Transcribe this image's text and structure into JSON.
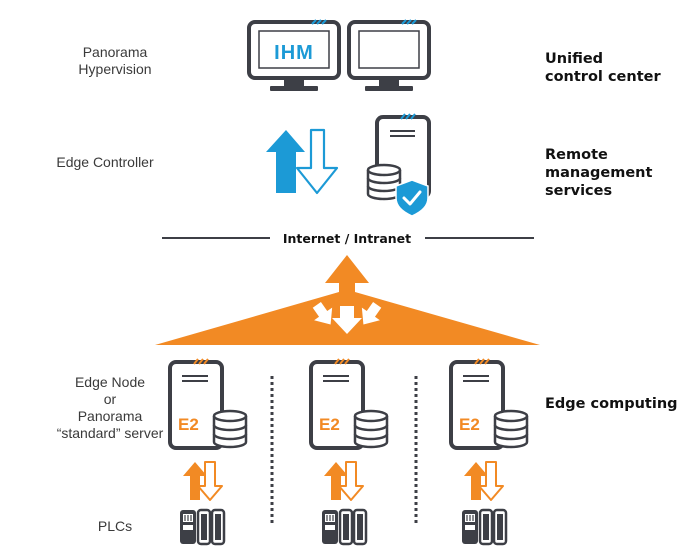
{
  "left_labels": {
    "panorama_hypervision": [
      "Panorama",
      "Hypervision"
    ],
    "edge_controller": [
      "Edge Controller"
    ],
    "edge_node": [
      "Edge Node",
      "or",
      "Panorama",
      "“standard” server"
    ],
    "plcs": [
      "PLCs"
    ]
  },
  "right_labels": {
    "unified": [
      "Unified",
      "control center"
    ],
    "remote": [
      "Remote",
      "management",
      "services"
    ],
    "edge_computing": [
      "Edge computing"
    ]
  },
  "network_label": "Internet / Intranet",
  "monitor_text": "IHM",
  "server_badge": "E2",
  "colors": {
    "blue": "#1c9ad6",
    "orange": "#f28a24",
    "dark": "#3d3f46",
    "gray": "#555555"
  }
}
